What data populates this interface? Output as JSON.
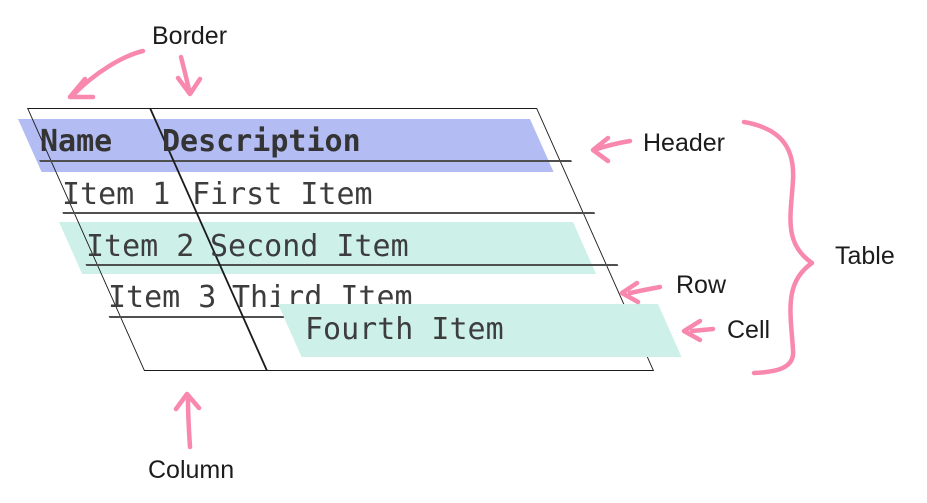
{
  "annotations": {
    "border": {
      "label": "Border"
    },
    "header": {
      "label": "Header"
    },
    "table": {
      "label": "Table"
    },
    "row": {
      "label": "Row"
    },
    "cell": {
      "label": "Cell"
    },
    "column": {
      "label": "Column"
    }
  },
  "table": {
    "headers": [
      "Name",
      "Description"
    ],
    "rows": [
      {
        "name": "Item 1",
        "description": "First Item"
      },
      {
        "name": "Item 2",
        "description": "Second Item"
      },
      {
        "name": "Item 3",
        "description": "Third Item"
      }
    ],
    "floating_cell": "Fourth Item"
  },
  "colors": {
    "annotation_pink": "#f888ad",
    "header_highlight": "#b3bdf3",
    "row_highlight": "#cdf1e9",
    "cell_highlight": "#cdf1e9",
    "table_border": "#1c1c1c",
    "grid_line": "#4f4f4f",
    "table_text": "#3d3d3d",
    "label_text": "#1c1c1c"
  }
}
